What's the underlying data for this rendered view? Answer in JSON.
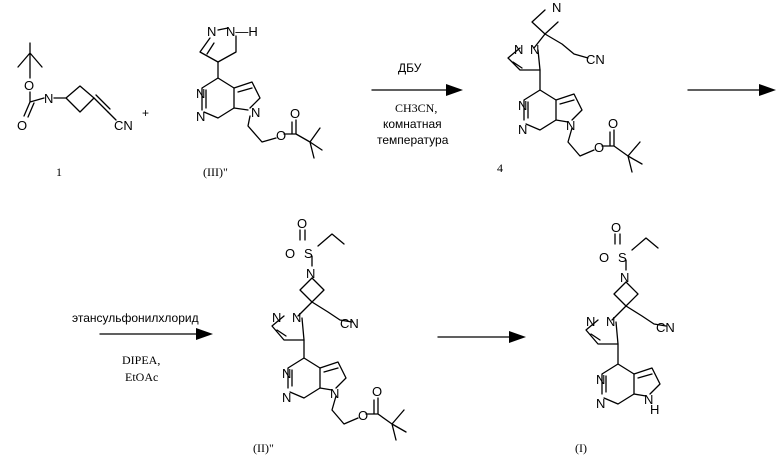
{
  "compounds": [
    {
      "label": "1"
    },
    {
      "label": "(III)\""
    },
    {
      "label": "4"
    },
    {
      "label": "(II)\""
    },
    {
      "label": "(I)"
    }
  ],
  "plus": "+",
  "arrows": [
    {
      "reagent": "ДБУ",
      "conditions": [
        "CH3CN,",
        "комнатная",
        "температура"
      ]
    },
    {
      "reagent": "",
      "conditions": []
    },
    {
      "reagent": "этансульфонилхлорид",
      "conditions": [
        "DIPEA,",
        "EtOAc"
      ]
    },
    {
      "reagent": "",
      "conditions": []
    }
  ],
  "atoms": {
    "O": "O",
    "N": "N",
    "S": "S",
    "CN": "CN",
    "NH": "N—H",
    "H": "H"
  }
}
